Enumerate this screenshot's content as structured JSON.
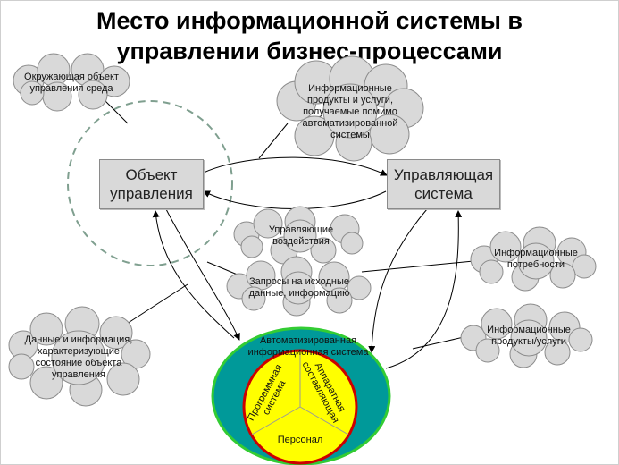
{
  "title": {
    "line1": "Место информационной системы в",
    "line2": "управлении бизнес-процессами"
  },
  "boxes": {
    "object": {
      "line1": "Объект",
      "line2": "управления"
    },
    "control": {
      "line1": "Управляющая",
      "line2": "система"
    }
  },
  "clouds": {
    "environment": {
      "line1": "Окружающая объект",
      "line2": "управления среда"
    },
    "info_products_extra": {
      "line1": "Информационные",
      "line2": "продукты и услуги,",
      "line3": "получаемые помимо",
      "line4": "автоматизированной",
      "line5": "системы"
    },
    "control_actions": {
      "line1": "Управляющие",
      "line2": "воздействия"
    },
    "requests": {
      "line1": "Запросы на исходные",
      "line2": "данные, информацию"
    },
    "info_needs": {
      "line1": "Информационные",
      "line2": "потребности"
    },
    "info_products": {
      "line1": "Информационные",
      "line2": "продукты/услуги"
    },
    "object_data": {
      "line1": "Данные и информация,",
      "line2": "характеризующие",
      "line3": "состояние объекта",
      "line4": "управления"
    }
  },
  "system": {
    "title_line1": "Автоматизированная",
    "title_line2": "информационная система",
    "software_line1": "Программная",
    "software_line2": "система",
    "hardware_line1": "Аппаратная",
    "hardware_line2": "составляющая",
    "staff": "Персонал"
  },
  "colors": {
    "cloud_fill": "#d9d9d9",
    "box_fill": "#d9d9d9",
    "system_fill": "#009999",
    "system_border": "#33cc33",
    "core_fill": "#ffff00",
    "core_border": "#cc0000",
    "environment_border": "#7f9f8f"
  }
}
